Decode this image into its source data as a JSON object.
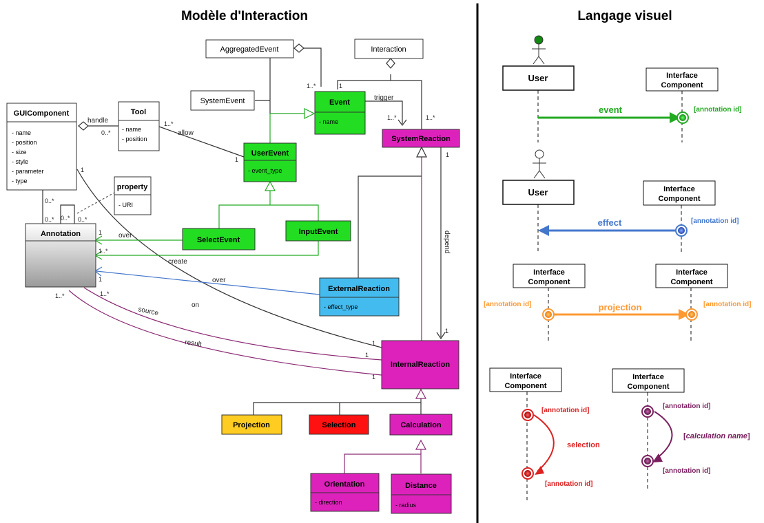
{
  "titles": {
    "left": "Modèle d'Interaction",
    "right": "Langage visuel"
  },
  "colors": {
    "green": "#22aa22",
    "green_fill": "#22dd22",
    "magenta": "#8b2a74",
    "magenta_fill": "#dd22bb",
    "blue": "#4477cc",
    "blue_fill": "#44bbee",
    "orange": "#ff9933",
    "yellow_fill": "#ffcc22",
    "red": "#dd2222",
    "red_fill": "#ff1111",
    "purple": "#7a1f5e"
  },
  "classes": {
    "aggregated_event": {
      "name": "AggregatedEvent"
    },
    "interaction": {
      "name": "Interaction"
    },
    "system_event": {
      "name": "SystemEvent"
    },
    "event": {
      "name": "Event",
      "attrs": [
        "- name"
      ]
    },
    "gui_component": {
      "name": "GUIComponent",
      "attrs": [
        "- name",
        "- position",
        "- size",
        "- style",
        "- parameter",
        "- type"
      ]
    },
    "tool": {
      "name": "Tool",
      "attrs": [
        "- name",
        "- position"
      ]
    },
    "user_event": {
      "name": "UserEvent",
      "attrs": [
        "- event_type"
      ]
    },
    "system_reaction": {
      "name": "SystemReaction"
    },
    "property": {
      "name": "property",
      "attrs": [
        "- URI"
      ]
    },
    "annotation": {
      "name": "Annotation"
    },
    "select_event": {
      "name": "SelectEvent"
    },
    "input_event": {
      "name": "InputEvent"
    },
    "external_reaction": {
      "name": "ExternalReaction",
      "attrs": [
        "- effect_type"
      ]
    },
    "internal_reaction": {
      "name": "InternalReaction"
    },
    "projection": {
      "name": "Projection"
    },
    "selection": {
      "name": "Selection"
    },
    "calculation": {
      "name": "Calculation"
    },
    "orientation": {
      "name": "Orientation",
      "attrs": [
        "- direction"
      ]
    },
    "distance": {
      "name": "Distance",
      "attrs": [
        "- radius"
      ]
    }
  },
  "edge_labels": {
    "handle": "handle",
    "allow": "allow",
    "trigger": "trigger",
    "depend": "depend",
    "over1": "over",
    "create": "create",
    "over2": "over",
    "on": "on",
    "source": "source",
    "result": "result"
  },
  "multiplicities": {
    "m_1star_event": "1..*",
    "m_1_event_top": "1",
    "m_0star_tool": "0..*",
    "m_1star_tool": "1..*",
    "m_1_userevent": "1",
    "m_1star_trigger": "1..*",
    "m_1star_sysreact": "1..*",
    "m_1_sysreact": "1",
    "m_1_gui": "1",
    "m_0star_gui": "0..*",
    "m_0star_ann_a": "0..*",
    "m_0star_ann_b": "0..*",
    "m_0star_ann_c": "0..*",
    "m_1_over": "1",
    "m_1star_create": "1..*",
    "m_1_over2": "1",
    "m_1star_source": "1..*",
    "m_1star_result": "1..*",
    "m_1_ir_a": "1",
    "m_1_ir_b": "1",
    "m_1_ir_c": "1",
    "m_1_ir_top": "1"
  },
  "legend": {
    "user": "User",
    "interface1": "Interface",
    "interface2": "Component",
    "annotation_id": "[annotation id]",
    "event": "event",
    "effect": "effect",
    "projection": "projection",
    "selection": "selection",
    "calc_bracket_open": "[",
    "calc_name": "calculation name",
    "calc_bracket_close": "]"
  }
}
